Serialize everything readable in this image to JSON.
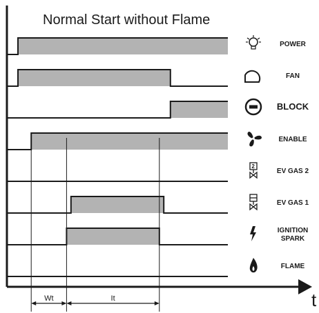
{
  "title": "Normal Start without Flame",
  "axis": {
    "time_label": "t"
  },
  "signals": [
    {
      "id": "power",
      "label": "POWER",
      "icon": "light-bulb-icon",
      "segments": [
        [
          0.05,
          1.0
        ]
      ]
    },
    {
      "id": "fan",
      "label": "FAN",
      "icon": "fan-housing-icon",
      "segments": [
        [
          0.05,
          0.74
        ]
      ]
    },
    {
      "id": "block",
      "label": "BLOCK",
      "icon": "block-icon",
      "segments": [
        [
          0.74,
          1.0
        ]
      ]
    },
    {
      "id": "enable",
      "label": "ENABLE",
      "icon": "propeller-icon",
      "segments": [
        [
          0.11,
          1.0
        ]
      ]
    },
    {
      "id": "ev-gas-2",
      "label": "EV GAS 2",
      "icon": "gas-valve-2-icon",
      "segments": []
    },
    {
      "id": "ev-gas-1",
      "label": "EV GAS 1",
      "icon": "gas-valve-1-icon",
      "segments": [
        [
          0.29,
          0.71
        ]
      ]
    },
    {
      "id": "ignition",
      "label": [
        "IGNITION",
        "SPARK"
      ],
      "icon": "lightning-icon",
      "segments": [
        [
          0.27,
          0.69
        ]
      ]
    },
    {
      "id": "flame",
      "label": "FLAME",
      "icon": "flame-icon",
      "segments": []
    }
  ],
  "intervals": [
    {
      "label": "Wt",
      "from": 0.11,
      "to": 0.27
    },
    {
      "label": "It",
      "from": 0.27,
      "to": 0.69
    }
  ],
  "colors": {
    "line": "#1a1a1a",
    "fill": "#b3b3b3",
    "background": "#ffffff"
  }
}
